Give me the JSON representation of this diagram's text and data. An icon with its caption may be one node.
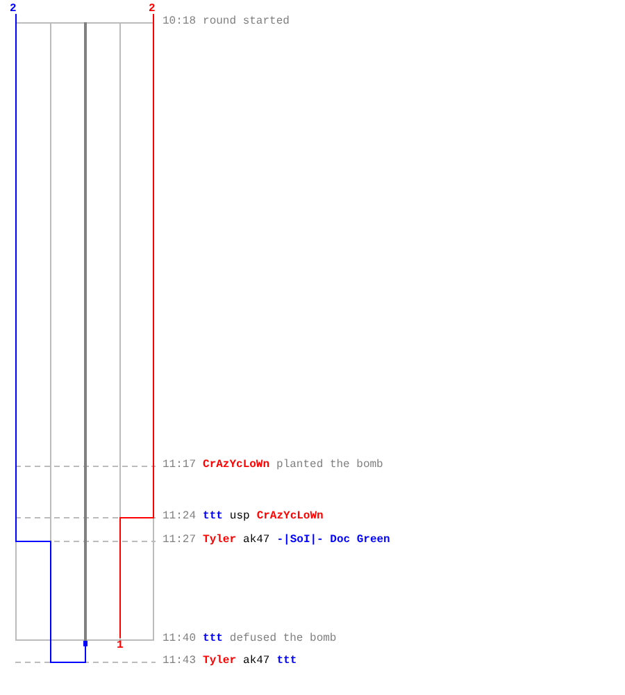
{
  "diagram": {
    "labels": [
      "2",
      "2",
      "10:18",
      "round started",
      "11:17",
      "CrAzYcLoWn",
      "planted the bomb",
      "11:24",
      "ttt",
      "usp",
      "CrAzYcLoWn",
      "11:27",
      "Tyler",
      "ak47",
      "-|SoI|- Doc Green",
      "11:40",
      "ttt",
      "defused the bomb",
      "1",
      "11:43",
      "Tyler",
      "ak47",
      "ttt"
    ]
  }
}
